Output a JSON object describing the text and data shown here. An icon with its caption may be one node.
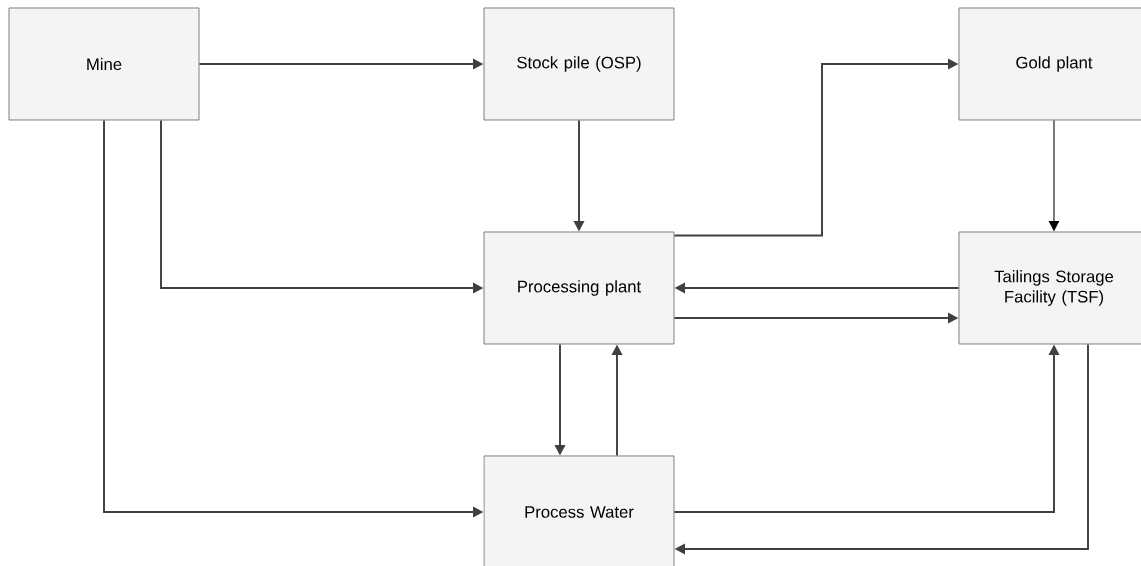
{
  "diagram": {
    "nodes": [
      {
        "text": [
          "Mine"
        ]
      },
      {
        "text": [
          "Stock pile (OSP)"
        ]
      },
      {
        "text": [
          "Processing plant"
        ]
      },
      {
        "text": [
          "Gold plant"
        ]
      },
      {
        "text": [
          "Tailings Storage Facility (TSF)"
        ]
      },
      {
        "text": [
          "Process Water"
        ]
      }
    ],
    "edges": [
      {
        "from": 0,
        "to": 1,
        "arrow": "to"
      },
      {
        "from": 1,
        "to": 2,
        "arrow": "to"
      },
      {
        "from": 0,
        "to": 2,
        "arrow": "to"
      },
      {
        "from": 0,
        "to": 5,
        "arrow": "to"
      },
      {
        "from": 2,
        "to": 3,
        "arrow": "to"
      },
      {
        "from": 3,
        "to": 4,
        "arrow": "to",
        "color": "#000000"
      },
      {
        "from": 4,
        "to": 2,
        "arrow": "to"
      },
      {
        "from": 2,
        "to": 4,
        "arrow": "to"
      },
      {
        "from": 2,
        "to": 5,
        "arrow": "to"
      },
      {
        "from": 5,
        "to": 2,
        "arrow": "to"
      },
      {
        "from": 5,
        "to": 4,
        "arrow": "to"
      },
      {
        "from": 4,
        "to": 5,
        "arrow": "to"
      }
    ]
  }
}
